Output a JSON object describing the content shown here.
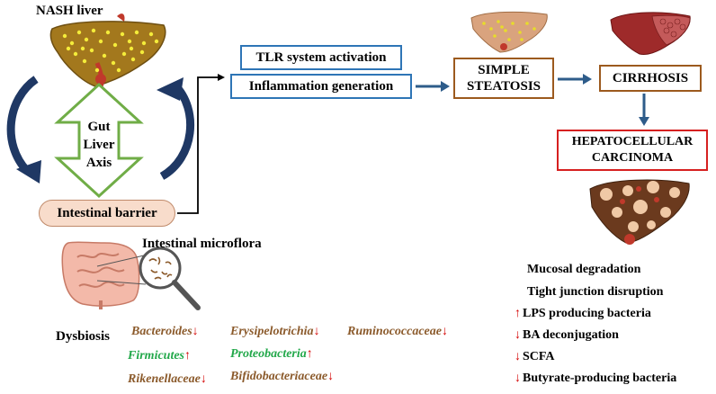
{
  "labels": {
    "nash_liver": "NASH liver",
    "gut_liver_axis": [
      "Gut",
      "Liver",
      "Axis"
    ],
    "intestinal_barrier": "Intestinal barrier",
    "intestinal_microflora": "Intestinal microflora",
    "dysbiosis": "Dysbiosis"
  },
  "boxes": {
    "tlr": "TLR system activation",
    "inflammation": "Inflammation generation",
    "steatosis_line1": "SIMPLE",
    "steatosis_line2": "STEATOSIS",
    "cirrhosis": "CIRRHOSIS",
    "hcc_line1": "HEPATOCELLULAR",
    "hcc_line2": "CARCINOMA"
  },
  "taxa": [
    {
      "name": "Bacteroides",
      "arrow": "↓",
      "color": "brown"
    },
    {
      "name": "Erysipelotrichia",
      "arrow": "↓",
      "color": "brown"
    },
    {
      "name": "Ruminococcaceae",
      "arrow": "↓",
      "color": "brown"
    },
    {
      "name": "Firmicutes",
      "arrow": "↑",
      "color": "green"
    },
    {
      "name": "Proteobacteria",
      "arrow": "↑",
      "color": "green"
    },
    {
      "name": "Rikenellaceae",
      "arrow": "↓",
      "color": "brown"
    },
    {
      "name": "Bifidobacteriaceae",
      "arrow": "↓",
      "color": "brown"
    }
  ],
  "effects": [
    {
      "arrow": "",
      "text": "Mucosal degradation"
    },
    {
      "arrow": "",
      "text": "Tight junction disruption"
    },
    {
      "arrow": "↑",
      "text": "LPS producing bacteria"
    },
    {
      "arrow": "↓",
      "text": "BA deconjugation"
    },
    {
      "arrow": "↓",
      "text": "SCFA"
    },
    {
      "arrow": "↓",
      "text": "Butyrate-producing bacteria"
    }
  ],
  "colors": {
    "blue_box": "#2e75b6",
    "brown_box": "#9c5a1e",
    "red_box": "#d62020",
    "green_arrow": "#70ad47",
    "dark_arrow": "#1f3864",
    "taxa_brown": "#8b5a2b",
    "taxa_green": "#22a84a"
  }
}
